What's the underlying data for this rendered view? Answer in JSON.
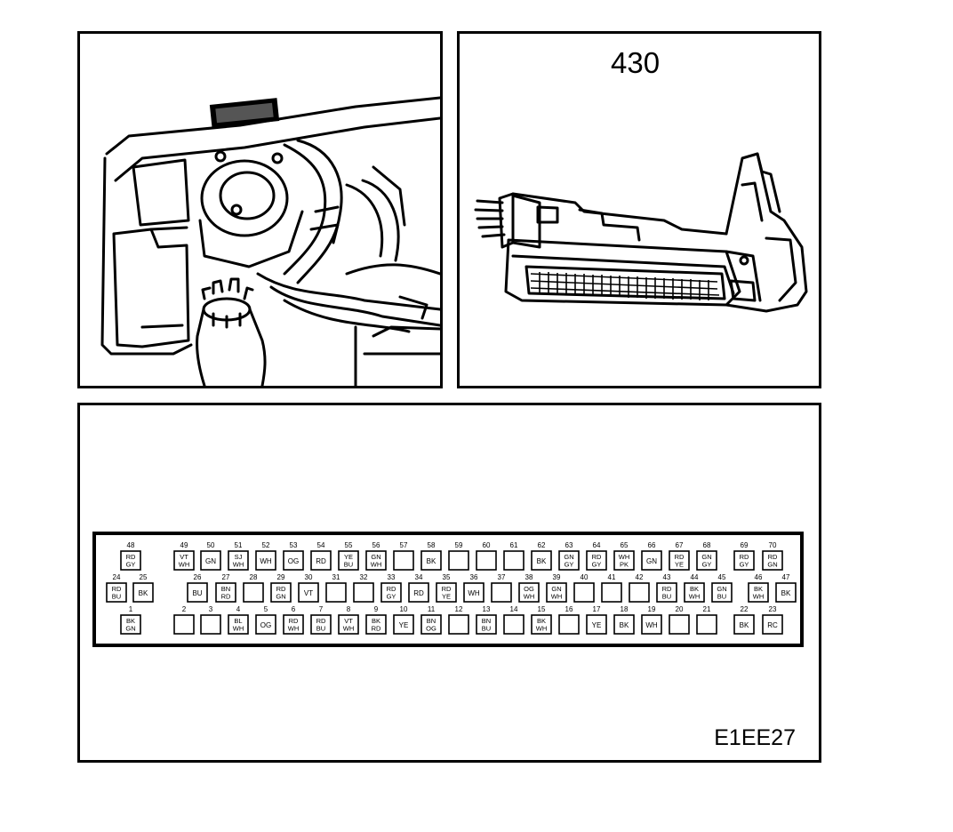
{
  "connector_label": "430",
  "diagram_code": "E1EE27",
  "pins": {
    "row_top": [
      {
        "n": "48",
        "c": [
          "RD",
          "GY"
        ]
      },
      {
        "n": "49",
        "c": [
          "VT",
          "WH"
        ]
      },
      {
        "n": "50",
        "c": [
          "GN"
        ]
      },
      {
        "n": "51",
        "c": [
          "SJ",
          "WH"
        ]
      },
      {
        "n": "52",
        "c": [
          "WH"
        ]
      },
      {
        "n": "53",
        "c": [
          "OG"
        ]
      },
      {
        "n": "54",
        "c": [
          "RD"
        ]
      },
      {
        "n": "55",
        "c": [
          "YE",
          "BU"
        ]
      },
      {
        "n": "56",
        "c": [
          "GN",
          "WH"
        ]
      },
      {
        "n": "57",
        "c": []
      },
      {
        "n": "58",
        "c": [
          "BK"
        ]
      },
      {
        "n": "59",
        "c": []
      },
      {
        "n": "60",
        "c": []
      },
      {
        "n": "61",
        "c": []
      },
      {
        "n": "62",
        "c": [
          "BK"
        ]
      },
      {
        "n": "63",
        "c": [
          "GN",
          "GY"
        ]
      },
      {
        "n": "64",
        "c": [
          "RD",
          "GY"
        ]
      },
      {
        "n": "65",
        "c": [
          "WH",
          "PK"
        ]
      },
      {
        "n": "66",
        "c": [
          "GN"
        ]
      },
      {
        "n": "67",
        "c": [
          "RD",
          "YE"
        ]
      },
      {
        "n": "68",
        "c": [
          "GN",
          "GY"
        ]
      },
      {
        "n": "69",
        "c": [
          "RD",
          "GY"
        ]
      },
      {
        "n": "70",
        "c": [
          "RD",
          "GN"
        ]
      }
    ],
    "row_mid": [
      {
        "n": "24",
        "c": [
          "RD",
          "BU"
        ]
      },
      {
        "n": "25",
        "c": [
          "BK"
        ]
      },
      {
        "n": "26",
        "c": [
          "BU"
        ]
      },
      {
        "n": "27",
        "c": [
          "BN",
          "RD"
        ]
      },
      {
        "n": "28",
        "c": []
      },
      {
        "n": "29",
        "c": [
          "RD",
          "GN"
        ]
      },
      {
        "n": "30",
        "c": [
          "VT"
        ]
      },
      {
        "n": "31",
        "c": []
      },
      {
        "n": "32",
        "c": []
      },
      {
        "n": "33",
        "c": [
          "RD",
          "GY"
        ]
      },
      {
        "n": "34",
        "c": [
          "RD"
        ]
      },
      {
        "n": "35",
        "c": [
          "RD",
          "YE"
        ]
      },
      {
        "n": "36",
        "c": [
          "WH"
        ]
      },
      {
        "n": "37",
        "c": []
      },
      {
        "n": "38",
        "c": [
          "OG",
          "WH"
        ]
      },
      {
        "n": "39",
        "c": [
          "GN",
          "WH"
        ]
      },
      {
        "n": "40",
        "c": []
      },
      {
        "n": "41",
        "c": []
      },
      {
        "n": "42",
        "c": []
      },
      {
        "n": "43",
        "c": [
          "RD",
          "BU"
        ]
      },
      {
        "n": "44",
        "c": [
          "BK",
          "WH"
        ]
      },
      {
        "n": "45",
        "c": [
          "GN",
          "BU"
        ]
      },
      {
        "n": "46",
        "c": [
          "BK",
          "WH"
        ]
      },
      {
        "n": "47",
        "c": [
          "BK"
        ]
      }
    ],
    "row_bot": [
      {
        "n": "1",
        "c": [
          "BK",
          "GN"
        ]
      },
      {
        "n": "2",
        "c": []
      },
      {
        "n": "3",
        "c": []
      },
      {
        "n": "4",
        "c": [
          "BL",
          "WH"
        ]
      },
      {
        "n": "5",
        "c": [
          "OG"
        ]
      },
      {
        "n": "6",
        "c": [
          "RD",
          "WH"
        ]
      },
      {
        "n": "7",
        "c": [
          "RD",
          "BU"
        ]
      },
      {
        "n": "8",
        "c": [
          "VT",
          "WH"
        ]
      },
      {
        "n": "9",
        "c": [
          "BK",
          "RD"
        ]
      },
      {
        "n": "10",
        "c": [
          "YE"
        ]
      },
      {
        "n": "11",
        "c": [
          "BN",
          "OG"
        ]
      },
      {
        "n": "12",
        "c": []
      },
      {
        "n": "13",
        "c": [
          "BN",
          "BU"
        ]
      },
      {
        "n": "14",
        "c": []
      },
      {
        "n": "15",
        "c": [
          "BK",
          "WH"
        ]
      },
      {
        "n": "16",
        "c": []
      },
      {
        "n": "17",
        "c": [
          "YE"
        ]
      },
      {
        "n": "18",
        "c": [
          "BK"
        ]
      },
      {
        "n": "19",
        "c": [
          "WH"
        ]
      },
      {
        "n": "20",
        "c": []
      },
      {
        "n": "21",
        "c": []
      },
      {
        "n": "22",
        "c": [
          "BK"
        ]
      },
      {
        "n": "23",
        "c": [
          "RC"
        ]
      }
    ]
  }
}
